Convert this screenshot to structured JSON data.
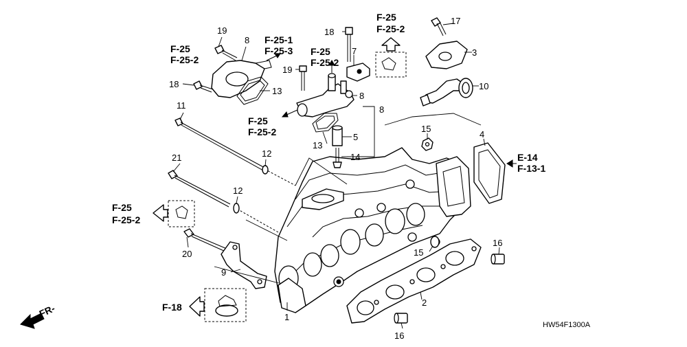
{
  "diagram": {
    "callouts": {
      "c1": "1",
      "c2": "2",
      "c3": "3",
      "c4": "4",
      "c5": "5",
      "c7": "7",
      "c8a": "8",
      "c8b": "8",
      "c8c": "8",
      "c9": "9",
      "c10": "10",
      "c11": "11",
      "c12a": "12",
      "c12b": "12",
      "c13a": "13",
      "c13b": "13",
      "c14": "14",
      "c15a": "15",
      "c15b": "15",
      "c16a": "16",
      "c16b": "16",
      "c17": "17",
      "c18a": "18",
      "c18b": "18",
      "c19a": "19",
      "c19b": "19",
      "c20": "20",
      "c21": "21"
    },
    "references": {
      "r1a": "F-25",
      "r1b": "F-25-2",
      "r2a": "F-25-1",
      "r2b": "F-25-3",
      "r3a": "F-25",
      "r3b": "F-25-2",
      "r4a": "F-25",
      "r4b": "F-25-2",
      "r5a": "F-25",
      "r5b": "F-25-2",
      "r6a": "F-25",
      "r6b": "F-25-2",
      "r7a": "E-14",
      "r7b": "F-13-1",
      "r8": "F-18"
    },
    "direction_label": "FR-",
    "diagram_code": "HW54F1300A"
  }
}
